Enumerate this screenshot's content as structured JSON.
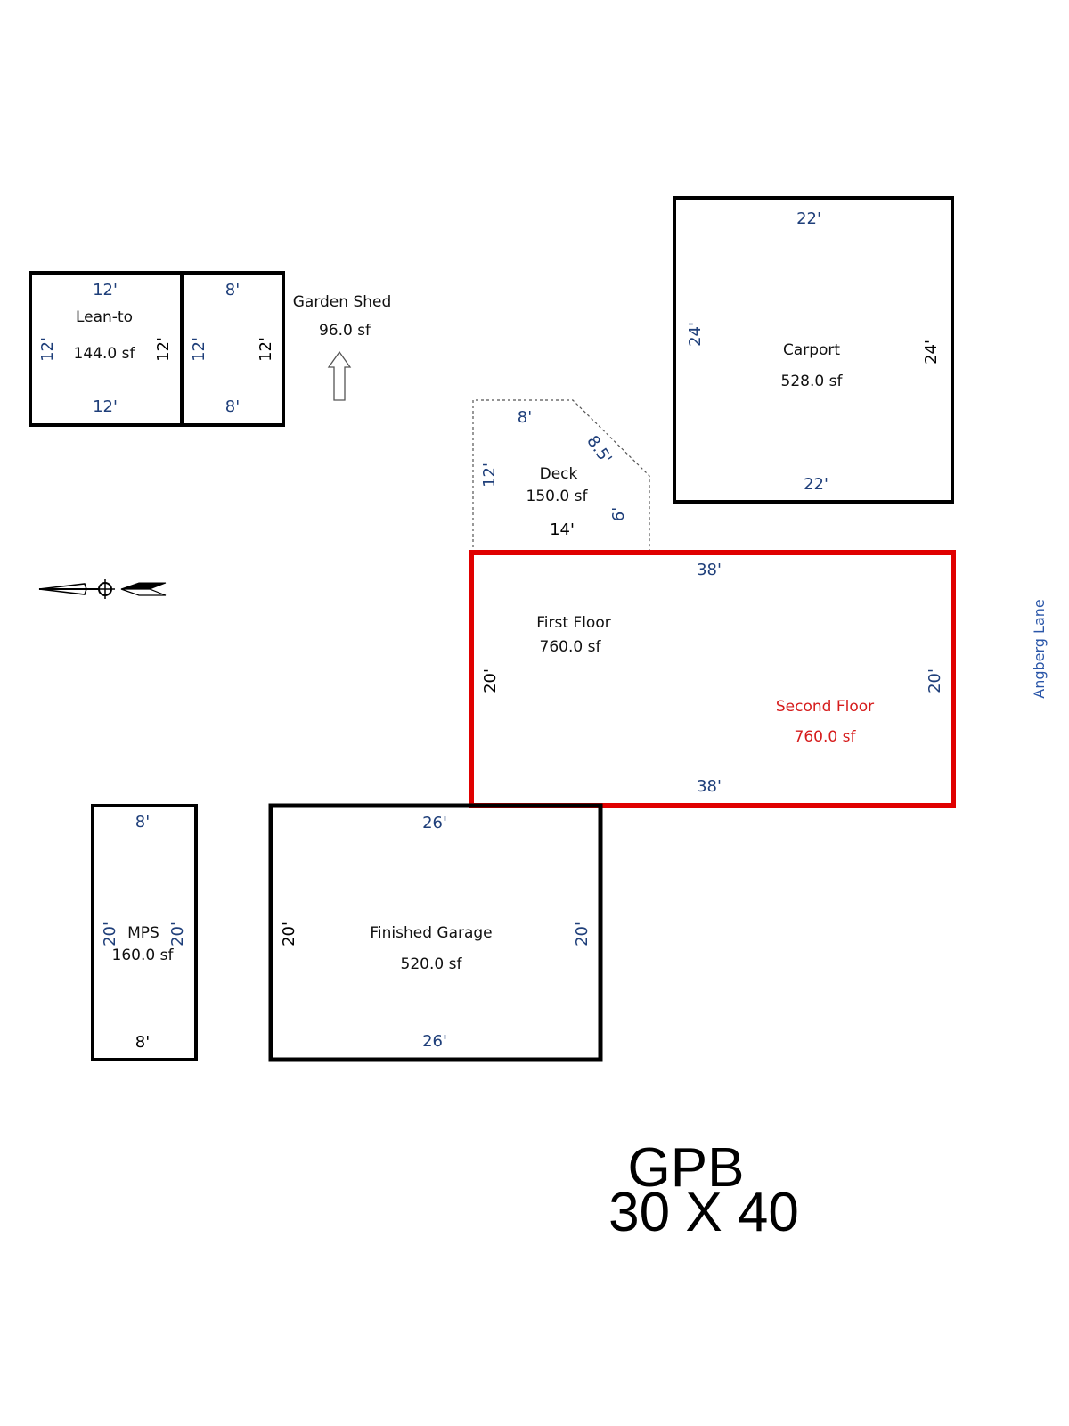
{
  "lean_to": {
    "name": "Lean-to",
    "area": "144.0 sf",
    "top": "12'",
    "bottom": "12'",
    "left": "12'",
    "right": "12'"
  },
  "garden_shed": {
    "name": "Garden Shed",
    "area": "96.0 sf",
    "top": "8'",
    "bottom": "8'",
    "left": "12'",
    "right": "12'"
  },
  "carport": {
    "name": "Carport",
    "area": "528.0 sf",
    "top": "22'",
    "bottom": "22'",
    "left": "24'",
    "right": "24'"
  },
  "deck": {
    "name": "Deck",
    "area": "150.0 sf",
    "top": "8'",
    "diagonal": "8.5'",
    "left": "12'",
    "right": "6'",
    "bottom": "14'"
  },
  "house": {
    "first_floor": {
      "name": "First Floor",
      "area": "760.0 sf"
    },
    "second_floor": {
      "name": "Second Floor",
      "area": "760.0 sf"
    },
    "top": "38'",
    "bottom": "38'",
    "left": "20'",
    "right": "20'"
  },
  "street": "Angberg Lane",
  "mps": {
    "name": "MPS",
    "area": "160.0 sf",
    "top": "8'",
    "bottom": "8'",
    "left": "20'",
    "right": "20'"
  },
  "garage": {
    "name": "Finished Garage",
    "area": "520.0 sf",
    "top": "26'",
    "bottom": "26'",
    "left": "20'",
    "right": "20'"
  },
  "title": {
    "line1": "GPB",
    "line2": "30 X 40"
  },
  "colors": {
    "outline": "#000000",
    "highlight": "#e00000",
    "dimension": "#1f3f7a",
    "street": "#2a56a8"
  }
}
